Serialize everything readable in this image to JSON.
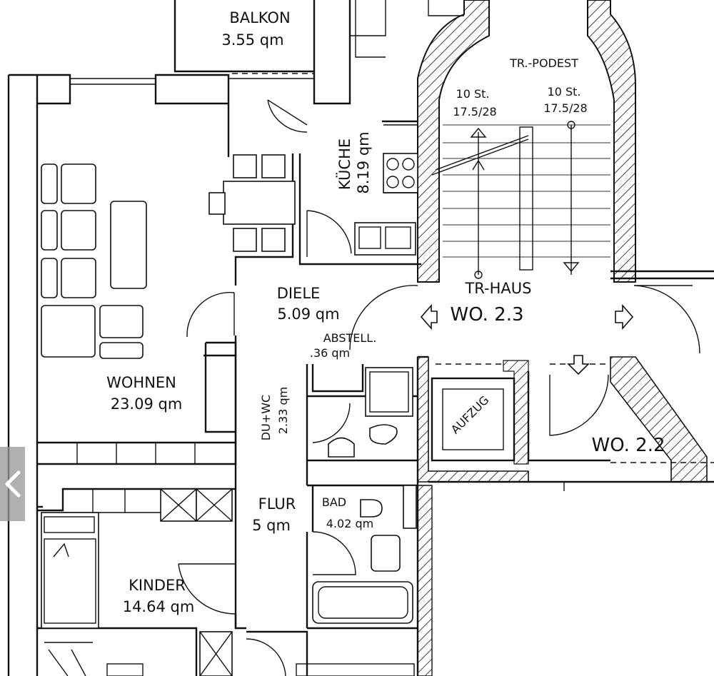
{
  "rooms": {
    "balkon": {
      "name": "BALKON",
      "area": "3.55 qm"
    },
    "kueche": {
      "name": "KÜCHE",
      "area": "8.19 qm"
    },
    "podest": {
      "name": "TR.-PODEST"
    },
    "stairs_left": {
      "steps": "10 St.",
      "ratio": "17.5/28"
    },
    "stairs_right": {
      "steps": "10 St.",
      "ratio": "17.5/28"
    },
    "treppenhaus": {
      "name": "TR-HAUS"
    },
    "wohnung_23": {
      "name": "WO. 2.3"
    },
    "wohnung_22": {
      "name": "WO. 2.2"
    },
    "diele": {
      "name": "DIELE",
      "area": "5.09 qm"
    },
    "abstell": {
      "name": "ABSTELL.",
      "area": ".36 qm"
    },
    "wohnen": {
      "name": "WOHNEN",
      "area": "23.09 qm"
    },
    "du_wc": {
      "name": "DU+WC",
      "area": "2.33 qm"
    },
    "aufzug": {
      "name": "AUFZUG"
    },
    "flur": {
      "name": "FLUR",
      "area": "5 qm"
    },
    "bad": {
      "name": "BAD",
      "area": "4.02 qm"
    },
    "kinder": {
      "name": "KINDER",
      "area": "14.64 qm"
    }
  },
  "icons": {
    "back": "chevron-left-icon"
  }
}
